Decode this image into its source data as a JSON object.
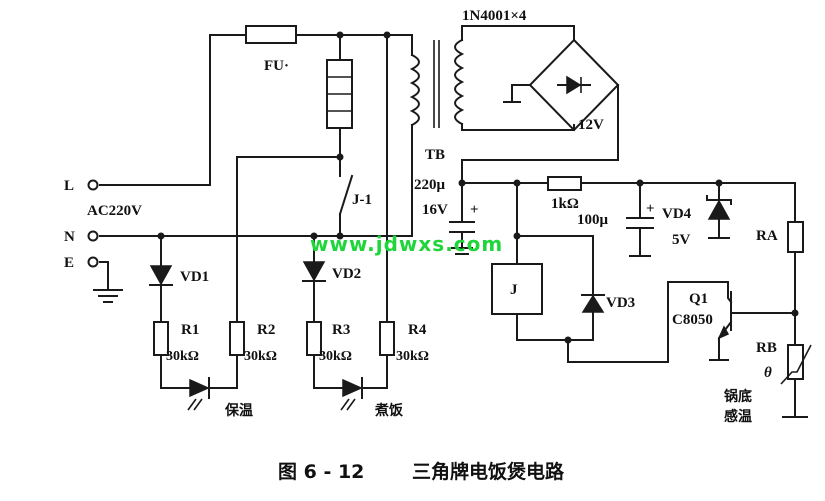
{
  "labels": {
    "fuse": "FU·",
    "bridge": "1N4001×4",
    "transformer": "TB",
    "bridge_out": "12V",
    "relay_contact": "J-1",
    "source": "AC220V",
    "term_L": "L",
    "term_N": "N",
    "term_E": "E",
    "vd1": "VD1",
    "vd2": "VD2",
    "vd3": "VD3",
    "vd4": "VD4",
    "vd4_v": "5V",
    "r1": "R1",
    "r1_v": "30kΩ",
    "r2": "R2",
    "r2_v": "30kΩ",
    "r3": "R3",
    "r3_v": "30kΩ",
    "r4": "R4",
    "r4_v": "30kΩ",
    "c1_a": "220μ",
    "c1_b": "16V",
    "c2": "100μ",
    "r_1k": "1kΩ",
    "relay": "J",
    "q1": "Q1",
    "q1_type": "C8050",
    "ra": "RA",
    "rb": "RB",
    "theta": "θ",
    "plus": "+",
    "led_keep": "保温",
    "led_cook": "煮饭",
    "sensor_1": "锅底",
    "sensor_2": "感温",
    "watermark": "www.jdwxs.com",
    "caption_num": "图 6 - 12",
    "caption_title": "三角牌电饭煲电路"
  }
}
